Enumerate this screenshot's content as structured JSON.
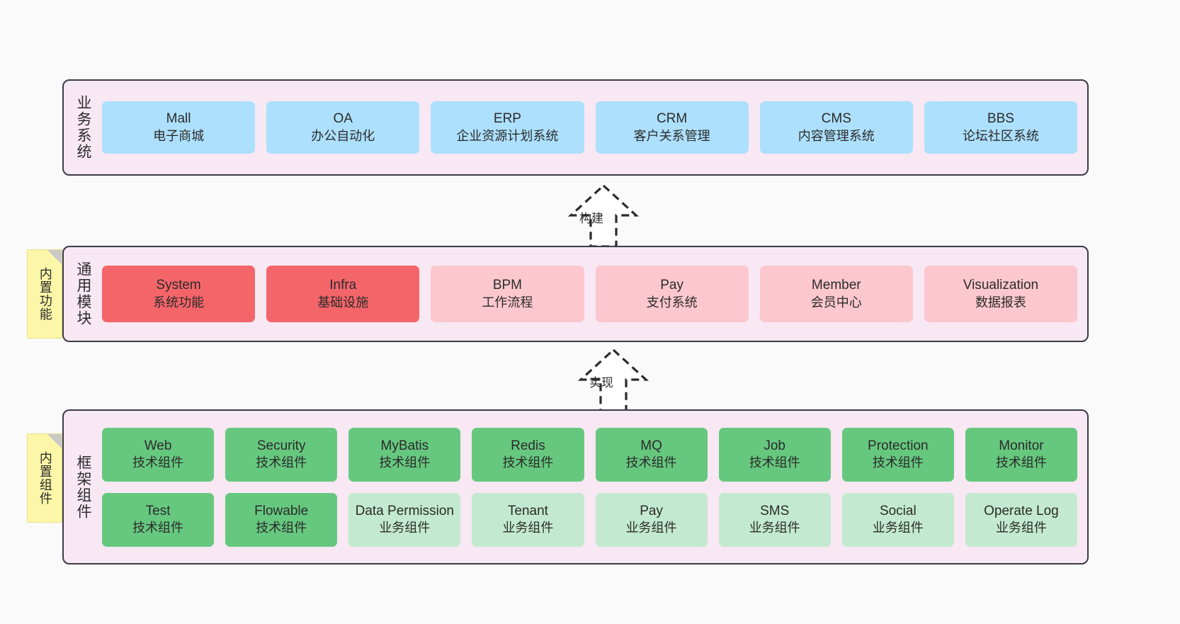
{
  "diagram": {
    "title": "",
    "background": "#fafafa",
    "band_background": "#f7e8f3",
    "band_border": "#3b3b47"
  },
  "colors": {
    "blue": "#ade0fd",
    "red": "#f4656a",
    "pink": "#fcc7cf",
    "green": "#66c87f",
    "green_light": "#c3ead0",
    "note_yellow": "#fbf6a8",
    "note_fold": "#c9c9c9"
  },
  "notes": [
    {
      "id": "built-in-functions",
      "label": "内置功能"
    },
    {
      "id": "built-in-components",
      "label": "内置组件"
    }
  ],
  "connectors": [
    {
      "id": "build",
      "label": "构建",
      "style": "dashed-hollow-triangle-up"
    },
    {
      "id": "implement",
      "label": "实现",
      "style": "dashed-hollow-triangle-up"
    }
  ],
  "layers": [
    {
      "id": "business",
      "caption": "业务系统",
      "rows": [
        {
          "nodes": [
            {
              "name": "Mall",
              "desc": "电子商城",
              "color": "blue"
            },
            {
              "name": "OA",
              "desc": "办公自动化",
              "color": "blue"
            },
            {
              "name": "ERP",
              "desc": "企业资源计划系统",
              "color": "blue"
            },
            {
              "name": "CRM",
              "desc": "客户关系管理",
              "color": "blue"
            },
            {
              "name": "CMS",
              "desc": "内容管理系统",
              "color": "blue"
            },
            {
              "name": "BBS",
              "desc": "论坛社区系统",
              "color": "blue"
            }
          ]
        }
      ]
    },
    {
      "id": "common",
      "caption": "通用模块",
      "rows": [
        {
          "nodes": [
            {
              "name": "System",
              "desc": "系统功能",
              "color": "red"
            },
            {
              "name": "Infra",
              "desc": "基础设施",
              "color": "red"
            },
            {
              "name": "BPM",
              "desc": "工作流程",
              "color": "pink"
            },
            {
              "name": "Pay",
              "desc": "支付系统",
              "color": "pink"
            },
            {
              "name": "Member",
              "desc": "会员中心",
              "color": "pink"
            },
            {
              "name": "Visualization",
              "desc": "数据报表",
              "color": "pink"
            }
          ]
        }
      ]
    },
    {
      "id": "framework",
      "caption": "框架组件",
      "rows": [
        {
          "nodes": [
            {
              "name": "Web",
              "desc": "技术组件",
              "color": "green"
            },
            {
              "name": "Security",
              "desc": "技术组件",
              "color": "green"
            },
            {
              "name": "MyBatis",
              "desc": "技术组件",
              "color": "green"
            },
            {
              "name": "Redis",
              "desc": "技术组件",
              "color": "green"
            },
            {
              "name": "MQ",
              "desc": "技术组件",
              "color": "green"
            },
            {
              "name": "Job",
              "desc": "技术组件",
              "color": "green"
            },
            {
              "name": "Protection",
              "desc": "技术组件",
              "color": "green"
            },
            {
              "name": "Monitor",
              "desc": "技术组件",
              "color": "green"
            }
          ]
        },
        {
          "nodes": [
            {
              "name": "Test",
              "desc": "技术组件",
              "color": "green"
            },
            {
              "name": "Flowable",
              "desc": "技术组件",
              "color": "green"
            },
            {
              "name": "Data Permission",
              "desc": "业务组件",
              "color": "green_light"
            },
            {
              "name": "Tenant",
              "desc": "业务组件",
              "color": "green_light"
            },
            {
              "name": "Pay",
              "desc": "业务组件",
              "color": "green_light"
            },
            {
              "name": "SMS",
              "desc": "业务组件",
              "color": "green_light"
            },
            {
              "name": "Social",
              "desc": "业务组件",
              "color": "green_light"
            },
            {
              "name": "Operate Log",
              "desc": "业务组件",
              "color": "green_light"
            }
          ]
        }
      ]
    }
  ]
}
